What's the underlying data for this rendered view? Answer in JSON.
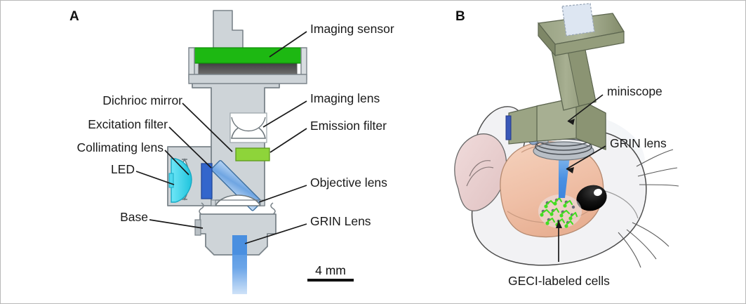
{
  "figure": {
    "panels": [
      {
        "letter": "A",
        "caption_labels_left": [
          {
            "name": "dichroic-mirror",
            "text": "Dichrioc mirror"
          },
          {
            "name": "excitation-filter",
            "text": "Excitation filter"
          },
          {
            "name": "collimating-lens",
            "text": "Collimating lens"
          },
          {
            "name": "led",
            "text": "LED"
          },
          {
            "name": "base",
            "text": "Base"
          }
        ],
        "caption_labels_right": [
          {
            "name": "imaging-sensor",
            "text": "Imaging sensor"
          },
          {
            "name": "imaging-lens",
            "text": "Imaging lens"
          },
          {
            "name": "emission-filter",
            "text": "Emission filter"
          },
          {
            "name": "objective-lens",
            "text": "Objective lens"
          },
          {
            "name": "grin-lens",
            "text": "GRIN Lens"
          }
        ],
        "scalebar": {
          "text": "4 mm"
        }
      },
      {
        "letter": "B",
        "caption_labels": [
          {
            "name": "miniscope",
            "text": "miniscope"
          },
          {
            "name": "grin-lens",
            "text": "GRIN lens"
          },
          {
            "name": "geci-labeled-cells",
            "text": "GECI-labeled cells"
          }
        ]
      }
    ]
  },
  "colors": {
    "housing_body": "#ced4d8",
    "housing_edge": "#7b848a",
    "imaging_sensor_green": "#1db812",
    "sensor_dark": "#4a4a4a",
    "emission_filter_green": "#8ed43a",
    "excitation_filter_blue": "#3366cc",
    "dichroic_blue": "#7fb0e8",
    "led_cyan": "#4fd9ee",
    "grin_beam_blue": "#4a8fe0",
    "miniscope_olive": "#9aa383",
    "miniscope_olive_dark": "#7b8468",
    "sensor_board_pale": "#dde6f2",
    "mouse_body_white": "#f2f2f4",
    "mouse_ear_pink": "#e8cfcf",
    "brain_salmon": "#f0c3ac",
    "cell_green": "#44dd22",
    "eye_black": "#111111",
    "leader_line": "#1a1a1a",
    "frame_border": "#b9b9b9"
  }
}
